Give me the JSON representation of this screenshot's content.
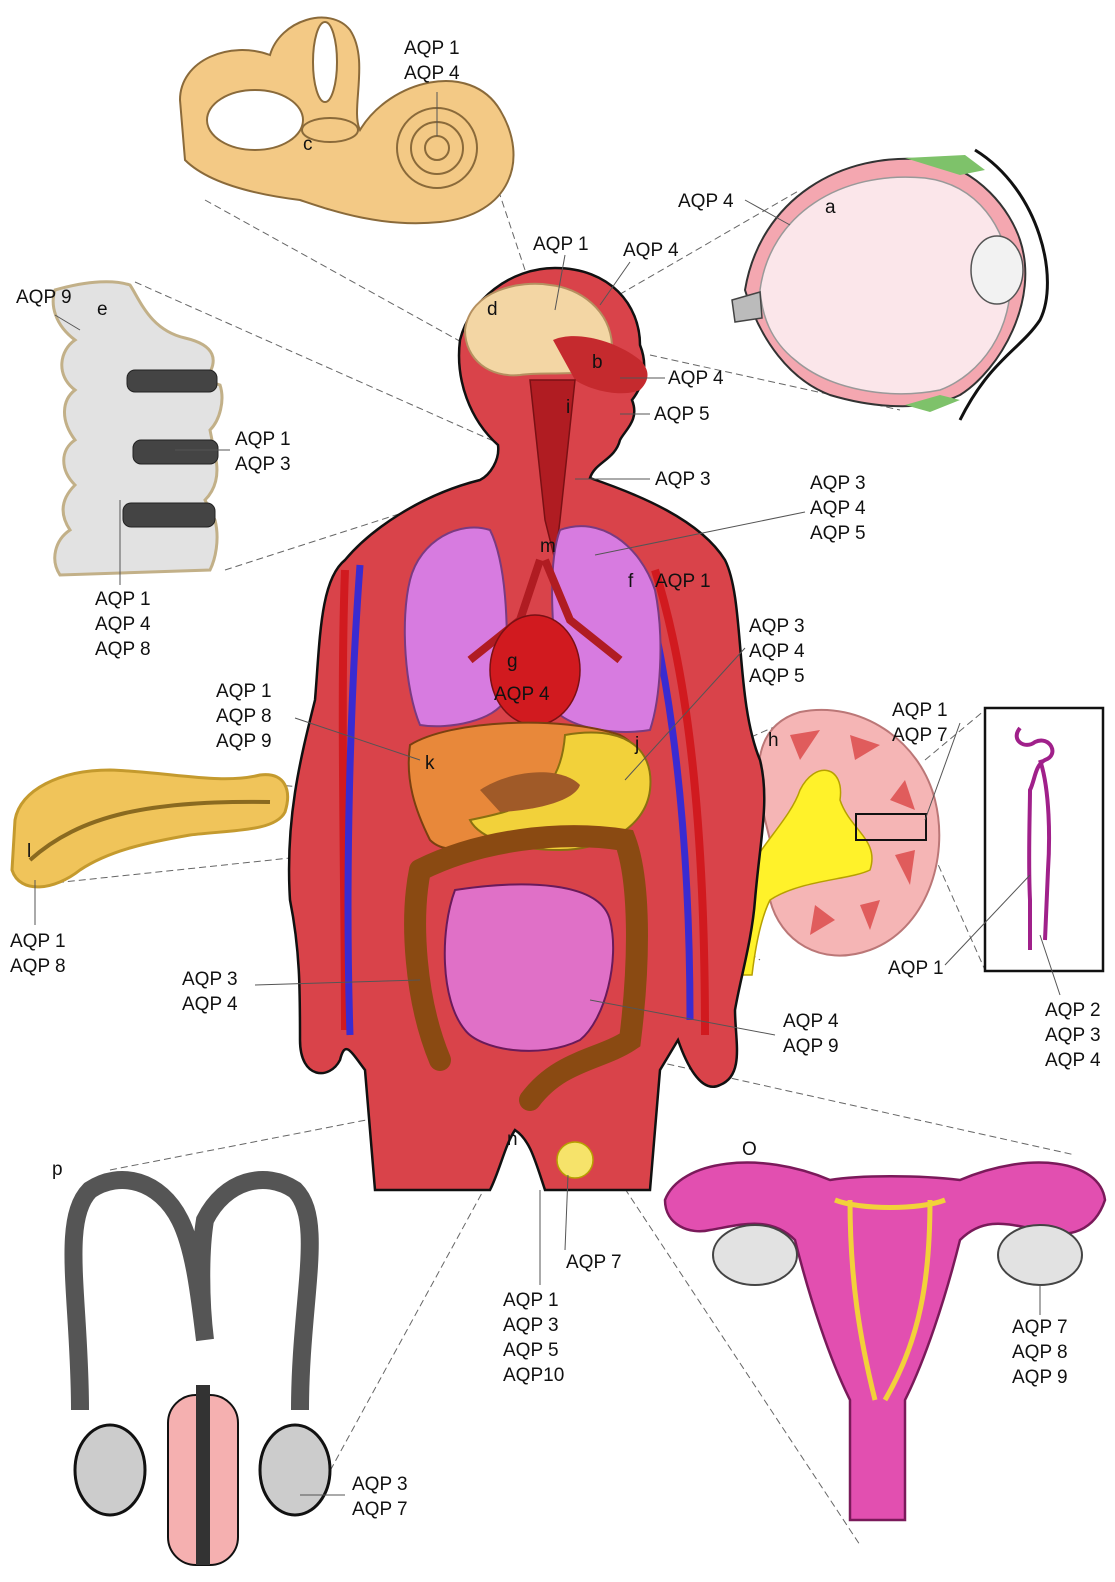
{
  "colors": {
    "body": "#d9434a",
    "artery": "#d11a1f",
    "vein": "#3a2bd1",
    "lung": "#d77be0",
    "ear": "#f3c985",
    "bone": "#e2e2e2",
    "gland": "#f0c45a",
    "colon": "#8a4a12",
    "intestine": "#e070c7",
    "uterus": "#e24fb0",
    "male": "#555555"
  },
  "letters": {
    "a": "a",
    "b": "b",
    "c": "c",
    "d": "d",
    "e": "e",
    "f": "f",
    "g": "g",
    "h": "h",
    "i": "i",
    "j": "j",
    "k": "k",
    "l": "l",
    "m": "m",
    "n": "n",
    "o": "O",
    "p": "p"
  },
  "labels": {
    "ear": [
      "AQP 1",
      "AQP 4"
    ],
    "eye": [
      "AQP 4"
    ],
    "brain_1": [
      "AQP 1"
    ],
    "brain_4": [
      "AQP 4"
    ],
    "nose": [
      "AQP 4"
    ],
    "saliva": [
      "AQP 5"
    ],
    "throat": [
      "AQP 3"
    ],
    "trachea": [
      "AQP 3",
      "AQP 4",
      "AQP 5"
    ],
    "vessel": [
      "AQP 1"
    ],
    "heart": [
      "AQP 4"
    ],
    "spine_top": [
      "AQP 9"
    ],
    "spine_mid": [
      "AQP 1",
      "AQP 3"
    ],
    "spine_bottom": [
      "AQP 1",
      "AQP 4",
      "AQP 8"
    ],
    "stomach": [
      "AQP 3",
      "AQP 4",
      "AQP 5"
    ],
    "liver": [
      "AQP 1",
      "AQP 8",
      "AQP 9"
    ],
    "kidney_top": [
      "AQP 1",
      "AQP 7"
    ],
    "kidney_bottom": [
      "AQP 1"
    ],
    "kidney_right": [
      "AQP 2",
      "AQP 3",
      "AQP 4"
    ],
    "pancreas": [
      "AQP 1",
      "AQP 8"
    ],
    "colon_left": [
      "AQP 3",
      "AQP 4"
    ],
    "colon_right": [
      "AQP 4",
      "AQP 9"
    ],
    "fat": [
      "AQP 7"
    ],
    "pelvis": [
      "AQP 1",
      "AQP 3",
      "AQP 5",
      "AQP10"
    ],
    "ovary": [
      "AQP 7",
      "AQP 8",
      "AQP 9"
    ],
    "testis": [
      "AQP 3",
      "AQP 7"
    ]
  }
}
